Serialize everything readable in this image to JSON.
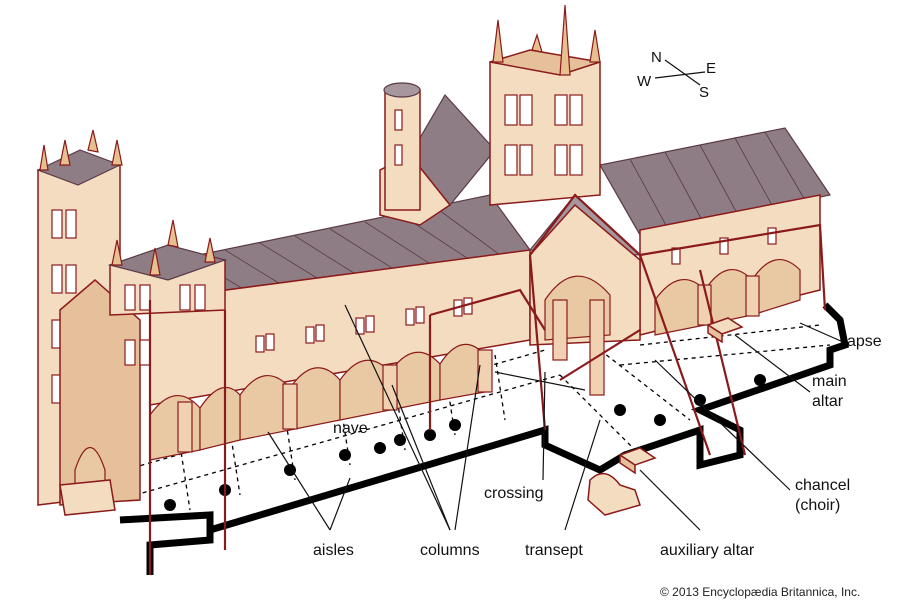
{
  "labels": {
    "apse": "apse",
    "main_altar": "main",
    "main_altar_2": "altar",
    "nave": "nave",
    "chancel": "chancel",
    "choir": "(choir)",
    "crossing": "crossing",
    "aisles": "aisles",
    "columns": "columns",
    "transept": "transept",
    "auxiliary_altar": "auxiliary altar"
  },
  "compass": {
    "n": "N",
    "e": "E",
    "w": "W",
    "s": "S"
  },
  "credit": "© 2013 Encyclopædia Britannica, Inc.",
  "colors": {
    "wall": "#f4dcc0",
    "outline": "#8b1a1a",
    "roof": "#8f7d86",
    "floor_plan": "#000000"
  }
}
